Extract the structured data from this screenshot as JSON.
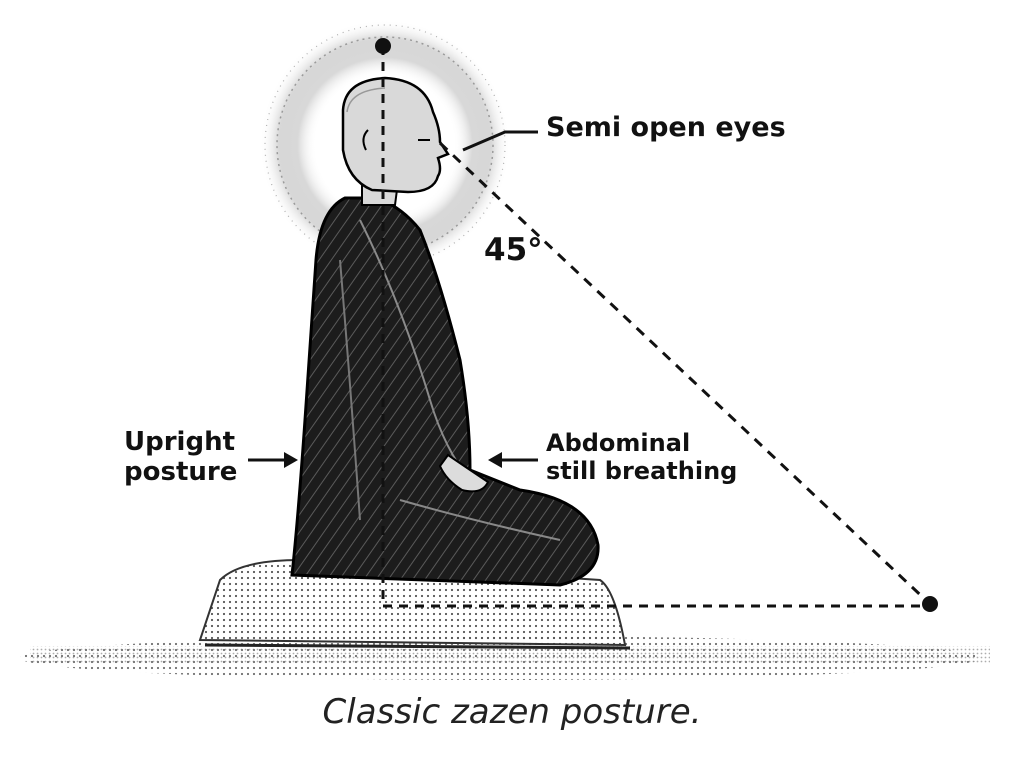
{
  "labels": {
    "eyes": "Semi open eyes",
    "angle": "45°",
    "upright_line1": "Upright",
    "upright_line2": "posture",
    "abdominal_line1": "Abdominal",
    "abdominal_line2": "still breathing"
  },
  "caption": "Classic zazen posture.",
  "colors": {
    "ink": "#111111",
    "robe": "#1c1c1c",
    "skin": "#d9d9d9",
    "halo": "#9a9a9a",
    "cushion": "#6e6e6e",
    "ground": "#8a8a8a",
    "background": "#ffffff"
  },
  "icons": [
    "arrow-right-icon",
    "arrow-left-icon",
    "monk-figure"
  ]
}
